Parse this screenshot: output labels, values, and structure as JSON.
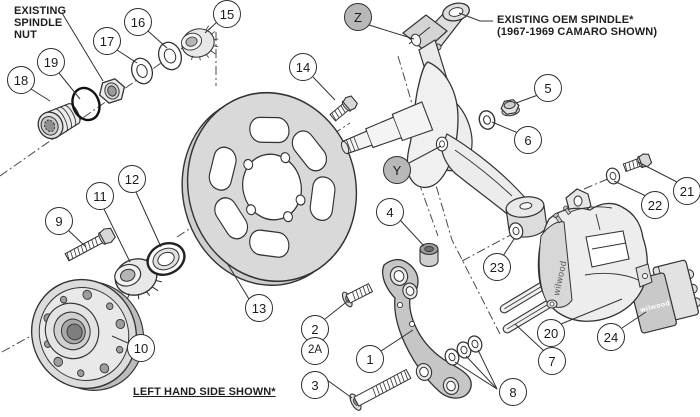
{
  "annotations": {
    "existing_spindle_nut": {
      "line1": "EXISTING",
      "line2": "SPINDLE",
      "line3": "NUT"
    },
    "existing_oem_spindle": {
      "line1": "EXISTING OEM SPINDLE*",
      "line2": "(1967-1969 CAMARO SHOWN)"
    },
    "left_hand_side": "LEFT HAND SIDE SHOWN*"
  },
  "callouts": {
    "c1": "1",
    "c2": "2",
    "c2A": "2A",
    "c3": "3",
    "c4": "4",
    "c5": "5",
    "c6": "6",
    "c7": "7",
    "c8": "8",
    "c9": "9",
    "c10": "10",
    "c11": "11",
    "c12": "12",
    "c13": "13",
    "c14": "14",
    "c15": "15",
    "c16": "16",
    "c17": "17",
    "c18": "18",
    "c19": "19",
    "c20": "20",
    "c21": "21",
    "c22": "22",
    "c23": "23",
    "c24": "24",
    "cY": "Y",
    "cZ": "Z"
  },
  "brand": {
    "caliper_logo": "wilwood",
    "pad_logo": "wilwood"
  },
  "colors": {
    "line": "#333333",
    "part_gray": "#c9c9c9",
    "rotor_gray": "#d6d6d6",
    "special_callout_fill": "#b8b8b8",
    "background": "#ffffff"
  }
}
